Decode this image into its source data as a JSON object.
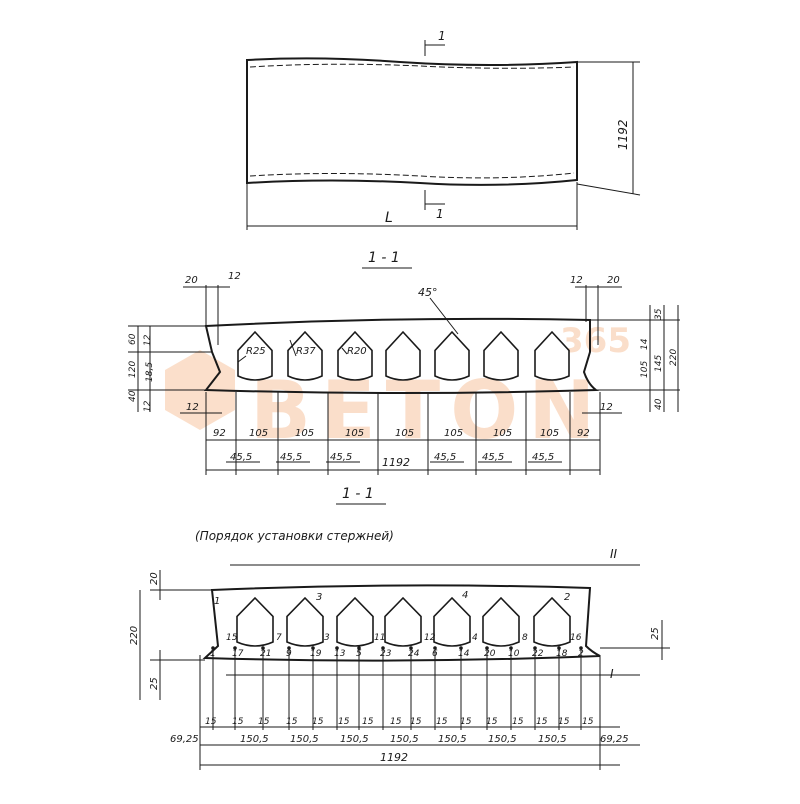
{
  "plan": {
    "section_mark": "1",
    "width_label": "1192",
    "length_label": "L"
  },
  "section_top": {
    "title": "1 - 1",
    "top_left": [
      "20",
      "12"
    ],
    "top_right": [
      "12",
      "20"
    ],
    "left_dims": [
      "60",
      "12",
      "120",
      "18,5",
      "40",
      "12"
    ],
    "right_dims": [
      "35",
      "14",
      "105",
      "145",
      "220",
      "40"
    ],
    "bottom_left": "12",
    "bottom_right": "12",
    "angle": "45°",
    "radii": [
      "R25",
      "R37",
      "R20"
    ],
    "spans": [
      "92",
      "105",
      "105",
      "105",
      "105",
      "105",
      "105",
      "105",
      "92"
    ],
    "ribs": [
      "45,5",
      "45,5",
      "45,5",
      "45,5",
      "45,5",
      "45,5"
    ],
    "total": "1192"
  },
  "section_bottom": {
    "title": "1 - 1",
    "subtitle": "(Порядок установки стержней)",
    "marker_top": "II",
    "marker_bottom": "I",
    "height": "220",
    "top_dim": "20",
    "bottom_dim": "25",
    "right_dim": "25",
    "top_bars": [
      "1",
      "3",
      "4",
      "2"
    ],
    "bars_upper": [
      "15",
      "7",
      "3",
      "11",
      "12",
      "4",
      "8",
      "16"
    ],
    "bars_lower": [
      "1",
      "17",
      "21",
      "9",
      "19",
      "13",
      "5",
      "23",
      "24",
      "6",
      "14",
      "20",
      "10",
      "22",
      "18",
      "2"
    ],
    "small_dims": [
      "15",
      "15",
      "15",
      "15",
      "15",
      "15",
      "15",
      "15",
      "15",
      "15",
      "15",
      "15",
      "15",
      "15",
      "15",
      "15"
    ],
    "edge_left": "69,25",
    "edge_right": "69,25",
    "spans": [
      "150,5",
      "150,5",
      "150,5",
      "150,5",
      "150,5",
      "150,5",
      "150,5"
    ],
    "total": "1192"
  },
  "watermark": {
    "top": "365",
    "main": "BETON"
  }
}
